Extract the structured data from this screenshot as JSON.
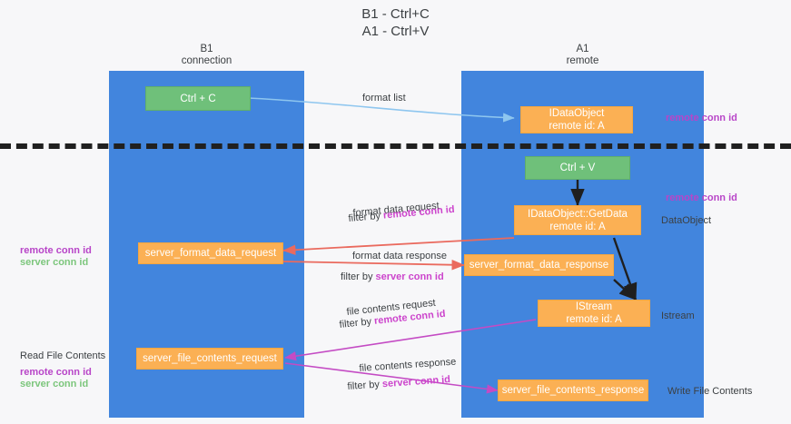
{
  "title": {
    "line1": "B1 - Ctrl+C",
    "line2": "A1 - Ctrl+V"
  },
  "lanes": [
    {
      "id": "b1",
      "name": "B1",
      "subtitle": "connection",
      "color": "#4285dd"
    },
    {
      "id": "a1",
      "name": "A1",
      "subtitle": "remote",
      "color": "#4285dd"
    }
  ],
  "nodes": {
    "ctrl_c": {
      "line1": "Ctrl + C",
      "line2": "",
      "color": "#6fc07a"
    },
    "idataobject": {
      "line1": "IDataObject",
      "line2": "remote id: A",
      "color": "#fbb054"
    },
    "ctrl_v": {
      "line1": "Ctrl + V",
      "line2": "",
      "color": "#6fc07a"
    },
    "getdata": {
      "line1": "IDataObject::GetData",
      "line2": "remote id: A",
      "color": "#fbb054"
    },
    "server_format_data_request": {
      "line1": "server_format_data_request",
      "line2": "",
      "color": "#fbb054"
    },
    "server_format_data_response": {
      "line1": "server_format_data_response",
      "line2": "",
      "color": "#fbb054"
    },
    "istream": {
      "line1": "IStream",
      "line2": "remote id: A",
      "color": "#fbb054"
    },
    "server_file_contents_request": {
      "line1": "server_file_contents_request",
      "line2": "",
      "color": "#fbb054"
    },
    "server_file_contents_response": {
      "line1": "server_file_contents_response",
      "line2": "",
      "color": "#fbb054"
    }
  },
  "annotations": {
    "format_list": "format list",
    "format_data_request": "format data request",
    "format_data_request_filter_prefix": "filter by ",
    "format_data_request_filter_key": "remote conn id",
    "format_data_response": "format data response",
    "format_data_response_filter_prefix": "filter by ",
    "format_data_response_filter_key": "server conn id",
    "file_contents_request": "file contents request",
    "file_contents_request_filter_prefix": "filter by ",
    "file_contents_request_filter_key": "remote conn id",
    "file_contents_response": "file contents response",
    "file_contents_response_filter_prefix": "filter by ",
    "file_contents_response_filter_key": "server conn id"
  },
  "side_labels": {
    "right_remote_conn_id_top": "remote conn id",
    "right_remote_conn_id_mid": "remote conn id",
    "right_dataobject": "DataObject",
    "right_istream": "Istream",
    "right_write_file_contents": "Write File Contents",
    "left_remote_conn_id_mid": "remote conn id",
    "left_server_conn_id_mid": "server conn id",
    "left_read_file_contents": "Read File Contents",
    "left_remote_conn_id_bottom": "remote conn id",
    "left_server_conn_id_bottom": "server conn id"
  },
  "colors": {
    "lane": "#4285dd",
    "green_node": "#6fc07a",
    "orange_node": "#fbb054",
    "purple": "#b845c8",
    "green_text": "#7cc67c",
    "arrow_blue": "#8ec6ef",
    "arrow_red": "#ea6a5e",
    "arrow_black": "#1f1f1f",
    "arrow_magenta": "#c44bc4",
    "background": "#f7f7f9"
  }
}
